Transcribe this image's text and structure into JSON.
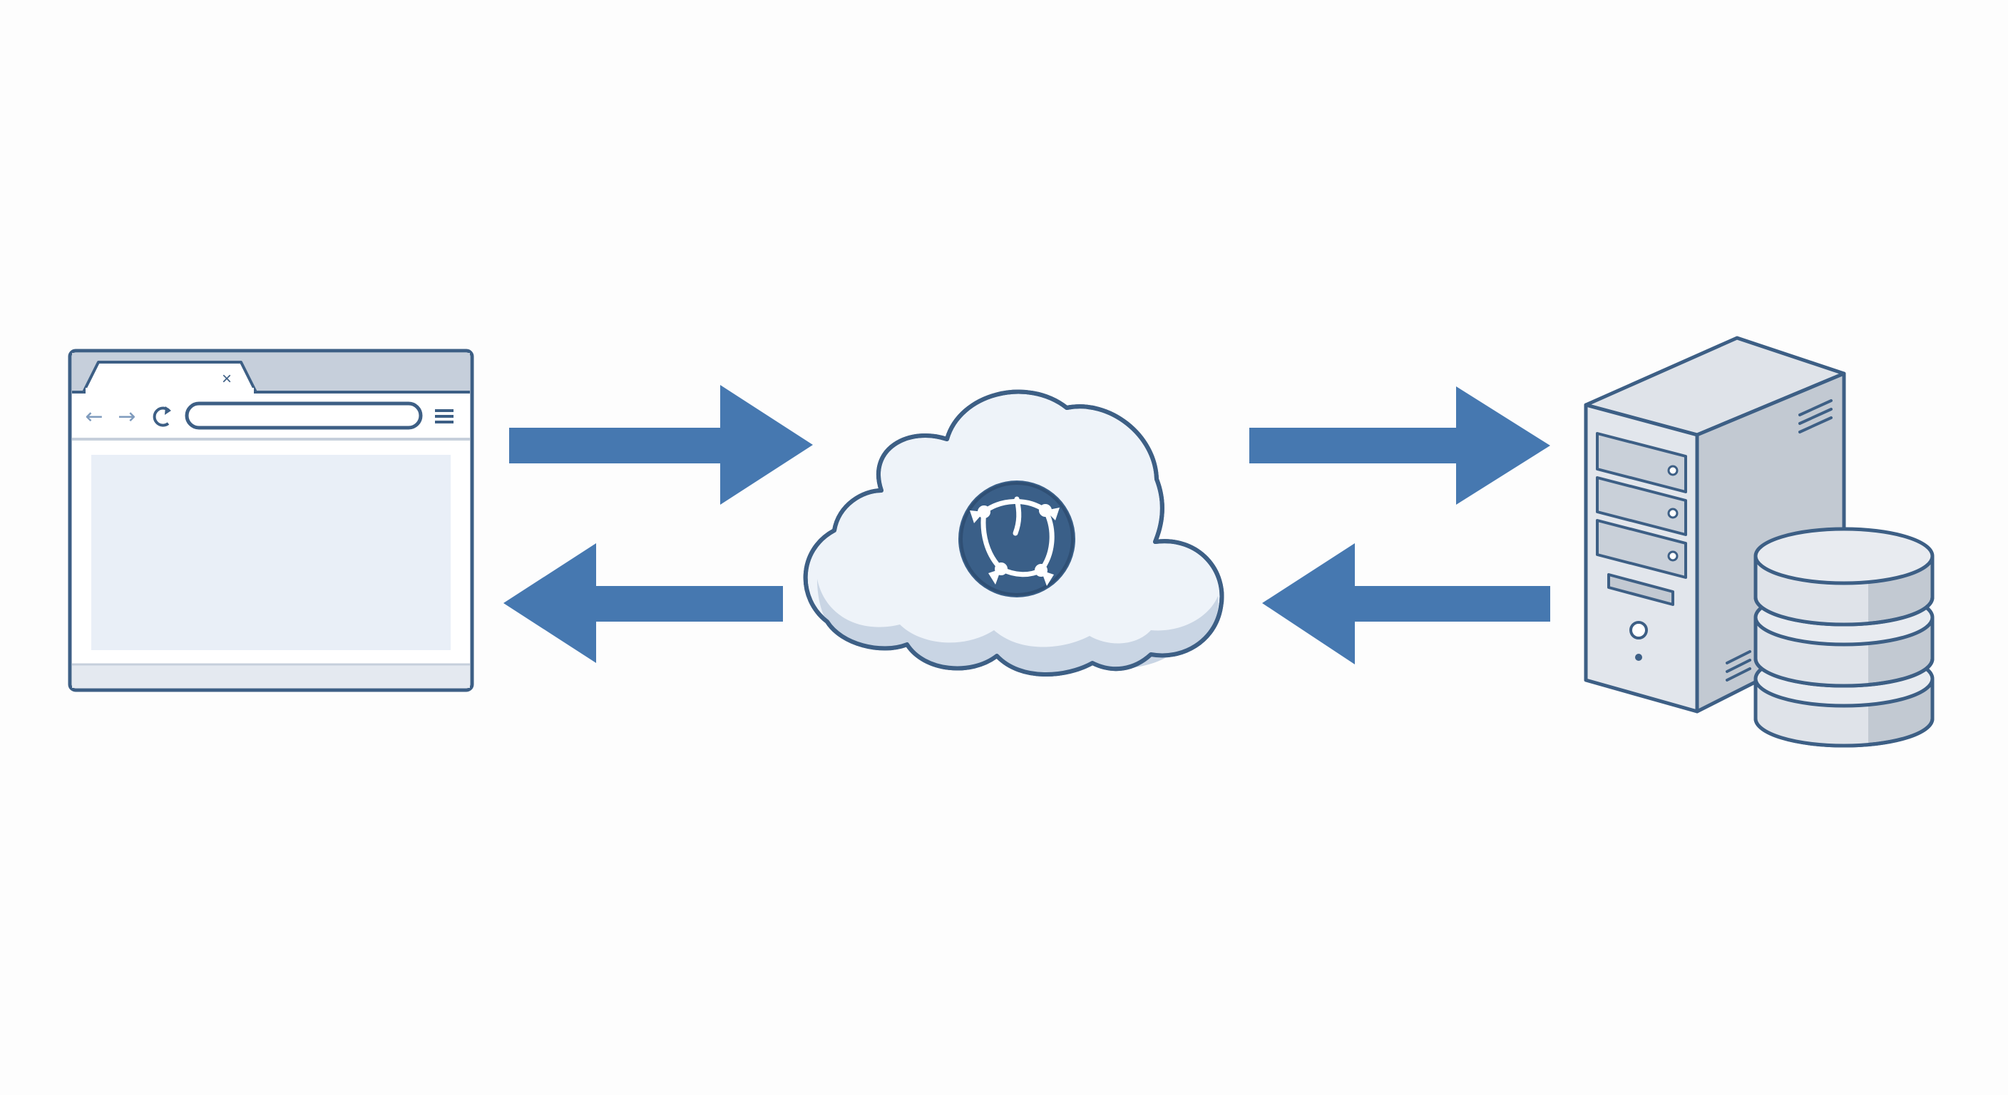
{
  "diagram": {
    "nodes": [
      {
        "id": "client",
        "label": "",
        "icon": "browser-window-icon"
      },
      {
        "id": "network",
        "label": "",
        "icon": "cloud-icon"
      },
      {
        "id": "server",
        "label": "",
        "icon": "server-tower-icon"
      },
      {
        "id": "database",
        "label": "",
        "icon": "database-icon"
      }
    ],
    "edges": [
      {
        "from": "client",
        "to": "network",
        "direction": "right"
      },
      {
        "from": "network",
        "to": "client",
        "direction": "left"
      },
      {
        "from": "network",
        "to": "server",
        "direction": "right"
      },
      {
        "from": "server",
        "to": "network",
        "direction": "left"
      }
    ],
    "browser": {
      "close_glyph": "×",
      "back_glyph": "←",
      "forward_glyph": "→",
      "reload_glyph": "C",
      "menu_glyph": "≡",
      "address_value": ""
    },
    "colors": {
      "outline": "#3d5f85",
      "arrow": "#4678b0",
      "panel_fill": "#e9eff7",
      "chrome_fill": "#c6cfdb",
      "cloud_fill": "#eef3f9",
      "cloud_shadow": "#c9d5e4",
      "server_front": "#e2e6ec",
      "server_side": "#c2c9d2",
      "globe_fill": "#3a5f88",
      "background": "#fdfdfd"
    }
  }
}
